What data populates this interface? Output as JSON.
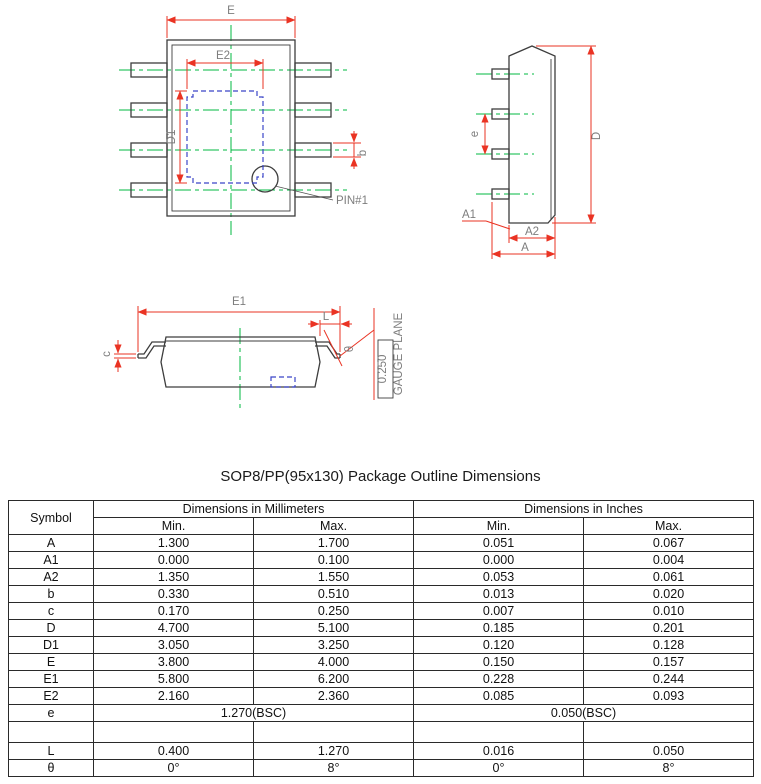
{
  "title": "SOP8/PP(95x130) Package Outline Dimensions",
  "drawings": {
    "colors": {
      "outline": "#3d3d3d",
      "dimension": "#ea3323",
      "centerline": "#00b840",
      "hidden": "#3b45c8",
      "label": "#7d7d7d"
    },
    "top_view": {
      "dim_E": "E",
      "dim_E2": "E2",
      "dim_D1": "D1",
      "dim_b": "b",
      "pin1_label": "PIN#1"
    },
    "side_view": {
      "dim_e": "e",
      "dim_D": "D",
      "dim_A1": "A1",
      "dim_A2": "A2",
      "dim_A": "A"
    },
    "front_view": {
      "dim_E1": "E1",
      "dim_L": "L",
      "dim_c": "c",
      "dim_theta": "θ",
      "gauge_value": "0.250",
      "gauge_label": "GAUGE PLANE"
    }
  },
  "table": {
    "headers": {
      "symbol": "Symbol",
      "mm": "Dimensions in Millimeters",
      "inch": "Dimensions in Inches",
      "min": "Min.",
      "max": "Max."
    },
    "rows": [
      {
        "symbol": "A",
        "mm_min": "1.300",
        "mm_max": "1.700",
        "in_min": "0.051",
        "in_max": "0.067"
      },
      {
        "symbol": "A1",
        "mm_min": "0.000",
        "mm_max": "0.100",
        "in_min": "0.000",
        "in_max": "0.004"
      },
      {
        "symbol": "A2",
        "mm_min": "1.350",
        "mm_max": "1.550",
        "in_min": "0.053",
        "in_max": "0.061"
      },
      {
        "symbol": "b",
        "mm_min": "0.330",
        "mm_max": "0.510",
        "in_min": "0.013",
        "in_max": "0.020"
      },
      {
        "symbol": "c",
        "mm_min": "0.170",
        "mm_max": "0.250",
        "in_min": "0.007",
        "in_max": "0.010"
      },
      {
        "symbol": "D",
        "mm_min": "4.700",
        "mm_max": "5.100",
        "in_min": "0.185",
        "in_max": "0.201"
      },
      {
        "symbol": "D1",
        "mm_min": "3.050",
        "mm_max": "3.250",
        "in_min": "0.120",
        "in_max": "0.128"
      },
      {
        "symbol": "E",
        "mm_min": "3.800",
        "mm_max": "4.000",
        "in_min": "0.150",
        "in_max": "0.157"
      },
      {
        "symbol": "E1",
        "mm_min": "5.800",
        "mm_max": "6.200",
        "in_min": "0.228",
        "in_max": "0.244"
      },
      {
        "symbol": "E2",
        "mm_min": "2.160",
        "mm_max": "2.360",
        "in_min": "0.085",
        "in_max": "0.093"
      }
    ],
    "bsc_row": {
      "symbol": "e",
      "mm": "1.270(BSC)",
      "inch": "0.050(BSC)"
    },
    "tail_rows": [
      {
        "symbol": "L",
        "mm_min": "0.400",
        "mm_max": "1.270",
        "in_min": "0.016",
        "in_max": "0.050"
      },
      {
        "symbol": "θ",
        "mm_min": "0°",
        "mm_max": "8°",
        "in_min": "0°",
        "in_max": "8°"
      }
    ]
  }
}
